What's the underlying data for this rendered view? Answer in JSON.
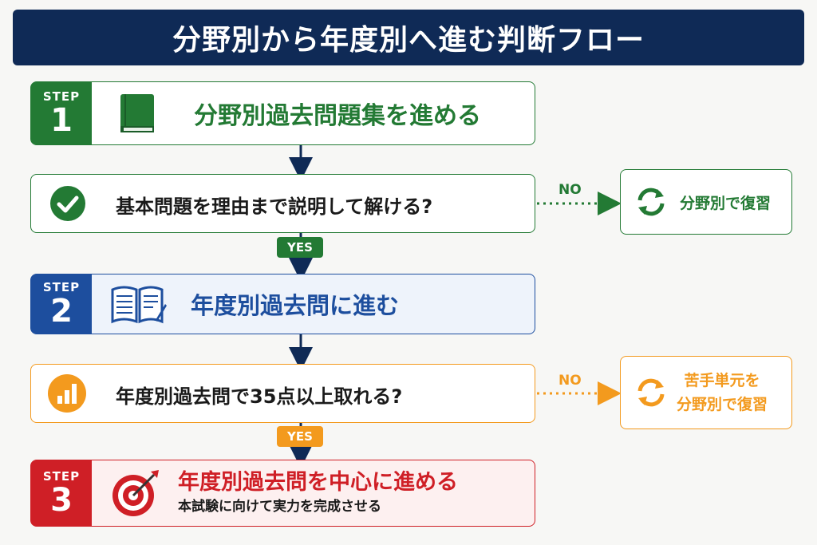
{
  "title": "分野別から年度別へ進む判断フロー",
  "colors": {
    "navy": "#0f2a56",
    "green": "#237a34",
    "blue": "#1d4e9e",
    "orange": "#f39a1e",
    "red": "#cf1f26"
  },
  "step1": {
    "label": "STEP",
    "number": "1",
    "icon": "book-icon",
    "text": "分野別過去問題集を進める"
  },
  "question1": {
    "icon": "check-circle-icon",
    "text": "基本問題を理由まで説明して解ける?",
    "no_label": "NO",
    "yes_label": "YES"
  },
  "side1": {
    "icon": "refresh-icon",
    "text": "分野別で復習"
  },
  "step2": {
    "label": "STEP",
    "number": "2",
    "icon": "open-book-icon",
    "text": "年度別過去問に進む"
  },
  "question2": {
    "icon": "bar-chart-icon",
    "text": "年度別過去問で35点以上取れる?",
    "no_label": "NO",
    "yes_label": "YES"
  },
  "side2": {
    "icon": "refresh-icon",
    "line1": "苦手単元を",
    "line2": "分野別で復習"
  },
  "step3": {
    "label": "STEP",
    "number": "3",
    "icon": "target-icon",
    "text": "年度別過去問を中心に進める",
    "subtext": "本試験に向けて実力を完成させる"
  }
}
